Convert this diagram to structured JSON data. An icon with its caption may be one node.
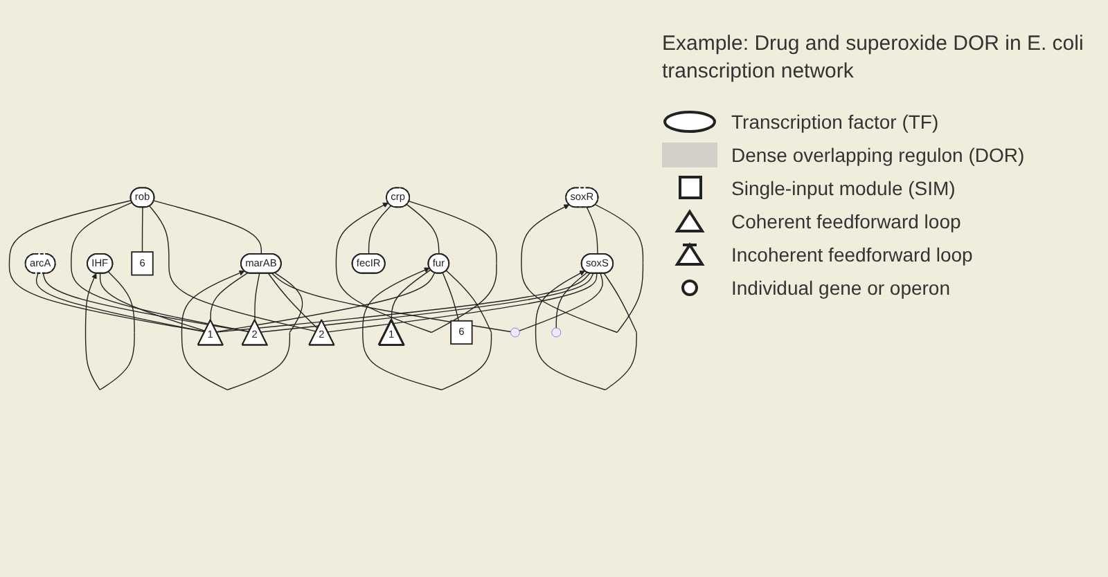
{
  "diagram": {
    "title": "Example: Drug and superoxide DOR in E. coli transcription network",
    "nodes": [
      {
        "text": [
          "rob"
        ]
      },
      {
        "text": [
          "crp"
        ]
      },
      {
        "text": [
          "soxR"
        ]
      },
      {
        "text": [
          "marAB"
        ]
      },
      {
        "text": [
          "arcA"
        ]
      },
      {
        "text": [
          "fur"
        ]
      },
      {
        "text": [
          "IHF"
        ]
      },
      {
        "text": [
          "soxS"
        ]
      },
      {
        "text": [],
        "shape": "circle"
      },
      {
        "text": [
          "2"
        ]
      },
      {
        "text": [
          "6"
        ]
      },
      {
        "text": [
          "2"
        ]
      },
      {
        "text": [
          "6"
        ]
      },
      {
        "text": [
          "1"
        ]
      },
      {
        "text": [
          "1"
        ]
      },
      {
        "text": [
          "fecIR"
        ]
      },
      {
        "text": [],
        "shape": "circle"
      }
    ],
    "edges": [
      {
        "from": 1,
        "to": 1,
        "arrow": "to"
      },
      {
        "from": 2,
        "to": 2,
        "arrow": "to"
      },
      {
        "from": 3,
        "to": 3,
        "arrow": "to"
      },
      {
        "from": 5,
        "to": 5,
        "arrow": "to"
      },
      {
        "from": 6,
        "to": 6,
        "arrow": "to"
      },
      {
        "from": 7,
        "to": 7,
        "arrow": "to"
      },
      {
        "from": 0,
        "to": 3,
        "arrow": "none"
      },
      {
        "from": 1,
        "to": 5,
        "arrow": "none"
      },
      {
        "from": 2,
        "to": 7,
        "arrow": "none"
      },
      {
        "from": 3,
        "to": 8,
        "arrow": "none"
      },
      {
        "from": 3,
        "to": 9,
        "arrow": "none"
      },
      {
        "from": 3,
        "to": 11,
        "arrow": "none"
      },
      {
        "from": 3,
        "to": 13,
        "arrow": "none"
      },
      {
        "from": 0,
        "to": 9,
        "arrow": "none"
      },
      {
        "from": 0,
        "to": 10,
        "arrow": "none"
      },
      {
        "from": 0,
        "to": 11,
        "arrow": "none"
      },
      {
        "from": 0,
        "to": 13,
        "arrow": "none"
      },
      {
        "from": 4,
        "to": 11,
        "arrow": "none"
      },
      {
        "from": 4,
        "to": 13,
        "arrow": "none"
      },
      {
        "from": 1,
        "to": 15,
        "arrow": "none"
      },
      {
        "from": 5,
        "to": 12,
        "arrow": "none"
      },
      {
        "from": 5,
        "to": 13,
        "arrow": "none"
      },
      {
        "from": 5,
        "to": 14,
        "arrow": "none"
      },
      {
        "from": 6,
        "to": 13,
        "arrow": "none"
      },
      {
        "from": 7,
        "to": 8,
        "arrow": "none"
      },
      {
        "from": 7,
        "to": 9,
        "arrow": "none"
      },
      {
        "from": 7,
        "to": 11,
        "arrow": "none"
      },
      {
        "from": 7,
        "to": 13,
        "arrow": "none"
      },
      {
        "from": 7,
        "to": 16,
        "arrow": "none"
      }
    ],
    "legend": [
      {
        "text": "Transcription factor (TF)"
      },
      {
        "text": "Dense overlapping regulon (DOR)",
        "color": "#d2d0c8"
      },
      {
        "text": "Single-input module (SIM)"
      },
      {
        "text": "Coherent feedforward loop"
      },
      {
        "text": "Incoherent feedforward loop"
      },
      {
        "text": "Individual gene or operon"
      }
    ]
  }
}
